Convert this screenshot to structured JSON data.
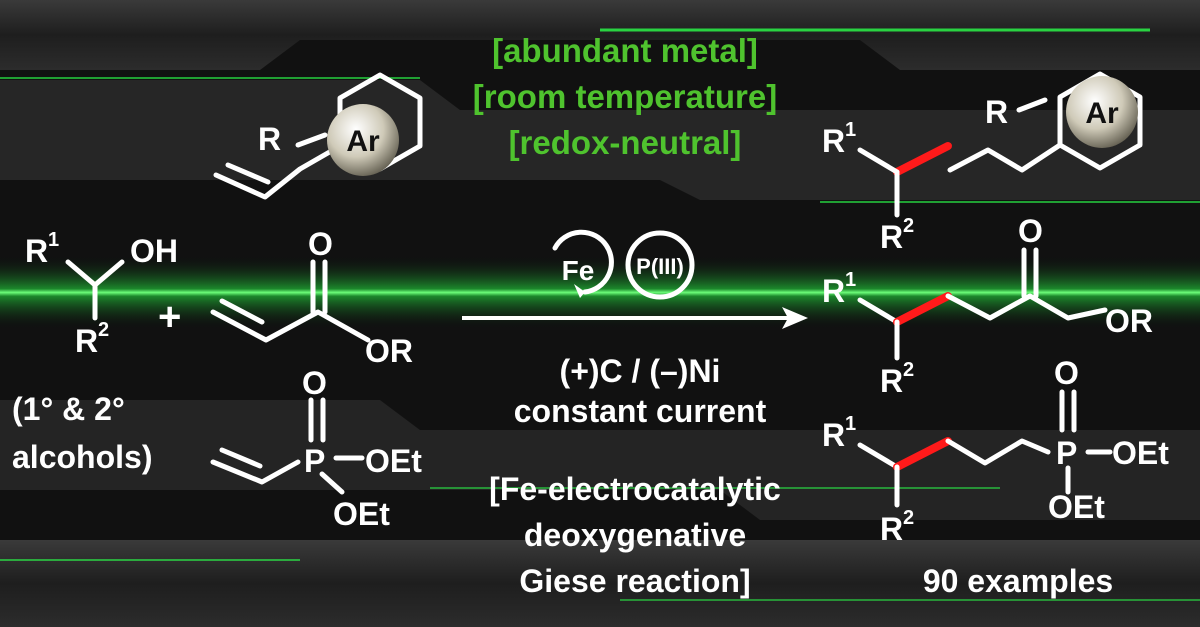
{
  "conditions": [
    "[abundant metal]",
    "[room temperature]",
    "[redox-neutral]"
  ],
  "reactants": {
    "alcohol": {
      "r1": "R",
      "r1_sup": "1",
      "oh": "OH",
      "r2": "R",
      "r2_sup": "2"
    },
    "alcohol_note": [
      "(1° & 2°",
      "alcohols)"
    ],
    "plus": "+",
    "styrene": {
      "r": "R",
      "ar": "Ar"
    },
    "acrylate": {
      "o": "O",
      "or": "OR"
    },
    "vinylphosphonate": {
      "o": "O",
      "p": "P",
      "oet1": "OEt",
      "oet2": "OEt"
    }
  },
  "catalysts": {
    "fe": "Fe",
    "p3": "P(III)"
  },
  "arrow_labels": {
    "electrodes": "(+)C  / (–)Ni",
    "current": "constant current",
    "reaction_name": [
      "[Fe-electrocatalytic",
      "deoxygenative",
      "Giese reaction]"
    ]
  },
  "products": {
    "aryl": {
      "r": "R",
      "ar": "Ar",
      "r1": "R",
      "r1_sup": "1",
      "r2": "R",
      "r2_sup": "2"
    },
    "ester": {
      "o": "O",
      "or": "OR",
      "r1": "R",
      "r1_sup": "1",
      "r2": "R",
      "r2_sup": "2"
    },
    "phosphonate": {
      "o": "O",
      "p": "P",
      "oet1": "OEt",
      "oet2": "OEt",
      "r1": "R",
      "r1_sup": "1",
      "r2": "R",
      "r2_sup": "2"
    }
  },
  "examples": "90 examples",
  "colors": {
    "highlight_text": "#4fc32e",
    "new_bond": "#ff1a1a",
    "glow": "#2bff4a"
  }
}
